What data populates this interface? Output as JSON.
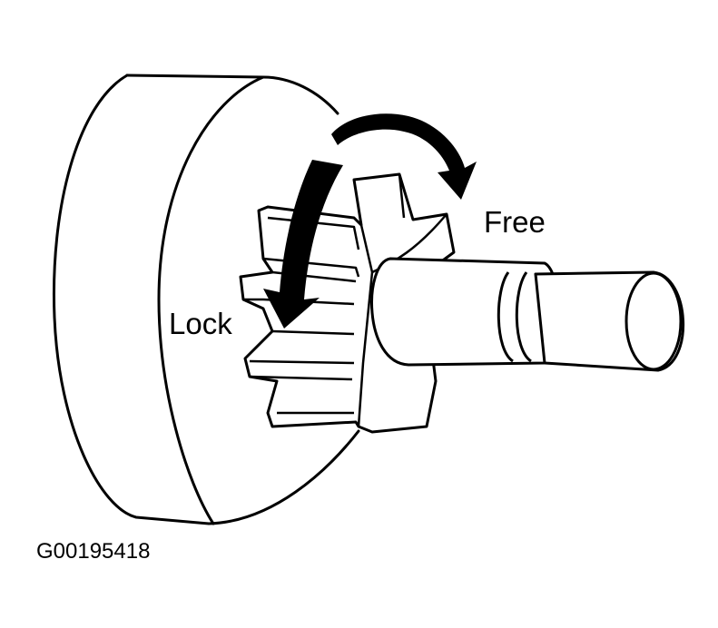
{
  "labels": {
    "free": "Free",
    "lock": "Lock"
  },
  "figure_code": "G00195418",
  "colors": {
    "line": "#000000",
    "background": "#ffffff"
  }
}
